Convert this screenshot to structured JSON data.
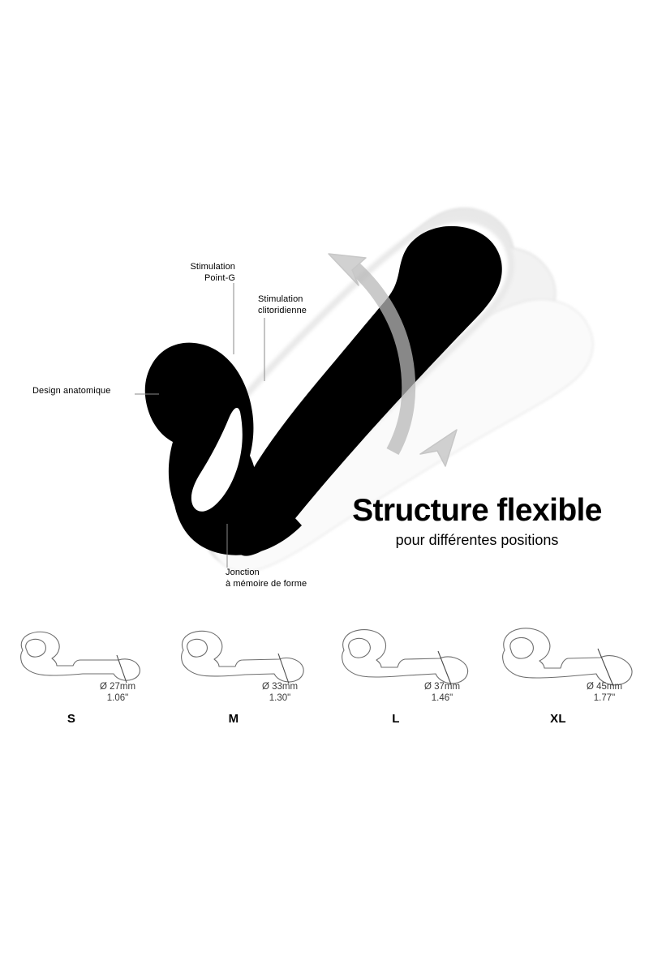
{
  "callouts": [
    {
      "id": "gspot",
      "lines": "Stimulation\nPoint-G",
      "align": "right"
    },
    {
      "id": "clitoral",
      "lines": "Stimulation\nclitoridienne",
      "align": "left"
    },
    {
      "id": "anatomic",
      "lines": "Design anatomique",
      "align": "left"
    },
    {
      "id": "junction",
      "lines": "Jonction\nà mémoire de forme",
      "align": "left"
    }
  ],
  "headline": {
    "title": "Structure flexible",
    "subtitle": "pour différentes positions"
  },
  "sizes": [
    {
      "letter": "S",
      "diameter_mm": "Ø 27mm",
      "diameter_in": "1.06\""
    },
    {
      "letter": "M",
      "diameter_mm": "Ø 33mm",
      "diameter_in": "1.30\""
    },
    {
      "letter": "L",
      "diameter_mm": "Ø 37mm",
      "diameter_in": "1.46\""
    },
    {
      "letter": "XL",
      "diameter_mm": "Ø 45mm",
      "diameter_in": "1.77\""
    }
  ],
  "colors": {
    "body": "#000000",
    "ghost_near": "#e8e8e8",
    "ghost_mid": "#f2f2f2",
    "ghost_far": "#fafafa",
    "ghost_edge": "#d8d8d8",
    "arrow": "#b8b8b8",
    "leader_line": "#8a8a8a",
    "outline": "#6e6e6e",
    "background": "#ffffff"
  },
  "icons": {
    "flex_arrow": "double-headed-curved-arrow",
    "diameter_symbol": "diameter-icon"
  }
}
